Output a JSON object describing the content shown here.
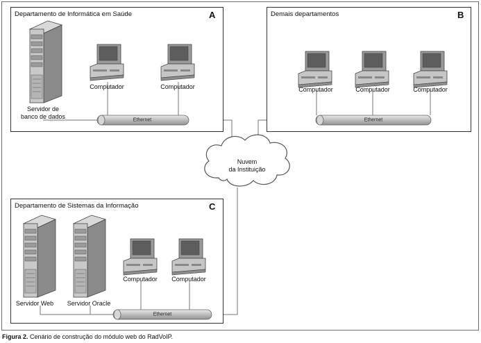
{
  "departments": {
    "a": {
      "title": "Departamento de Informática em Saúde",
      "letter": "A"
    },
    "b": {
      "title": "Demais departamentos",
      "letter": "B"
    },
    "c": {
      "title": "Departamento de Sistemas da Informação",
      "letter": "C"
    }
  },
  "labels": {
    "computer": "Computador",
    "db_server_line1": "Servidor de",
    "db_server_line2": "banco de dados",
    "web_server": "Servidor Web",
    "oracle_server": "Servidor Oracle",
    "ethernet": "Ethernet",
    "cloud_line1": "Nuvem",
    "cloud_line2": "da Instituição"
  },
  "caption": {
    "prefix": "Figura 2.",
    "text": " Cenário de construção do módulo web do RadVoIP."
  }
}
